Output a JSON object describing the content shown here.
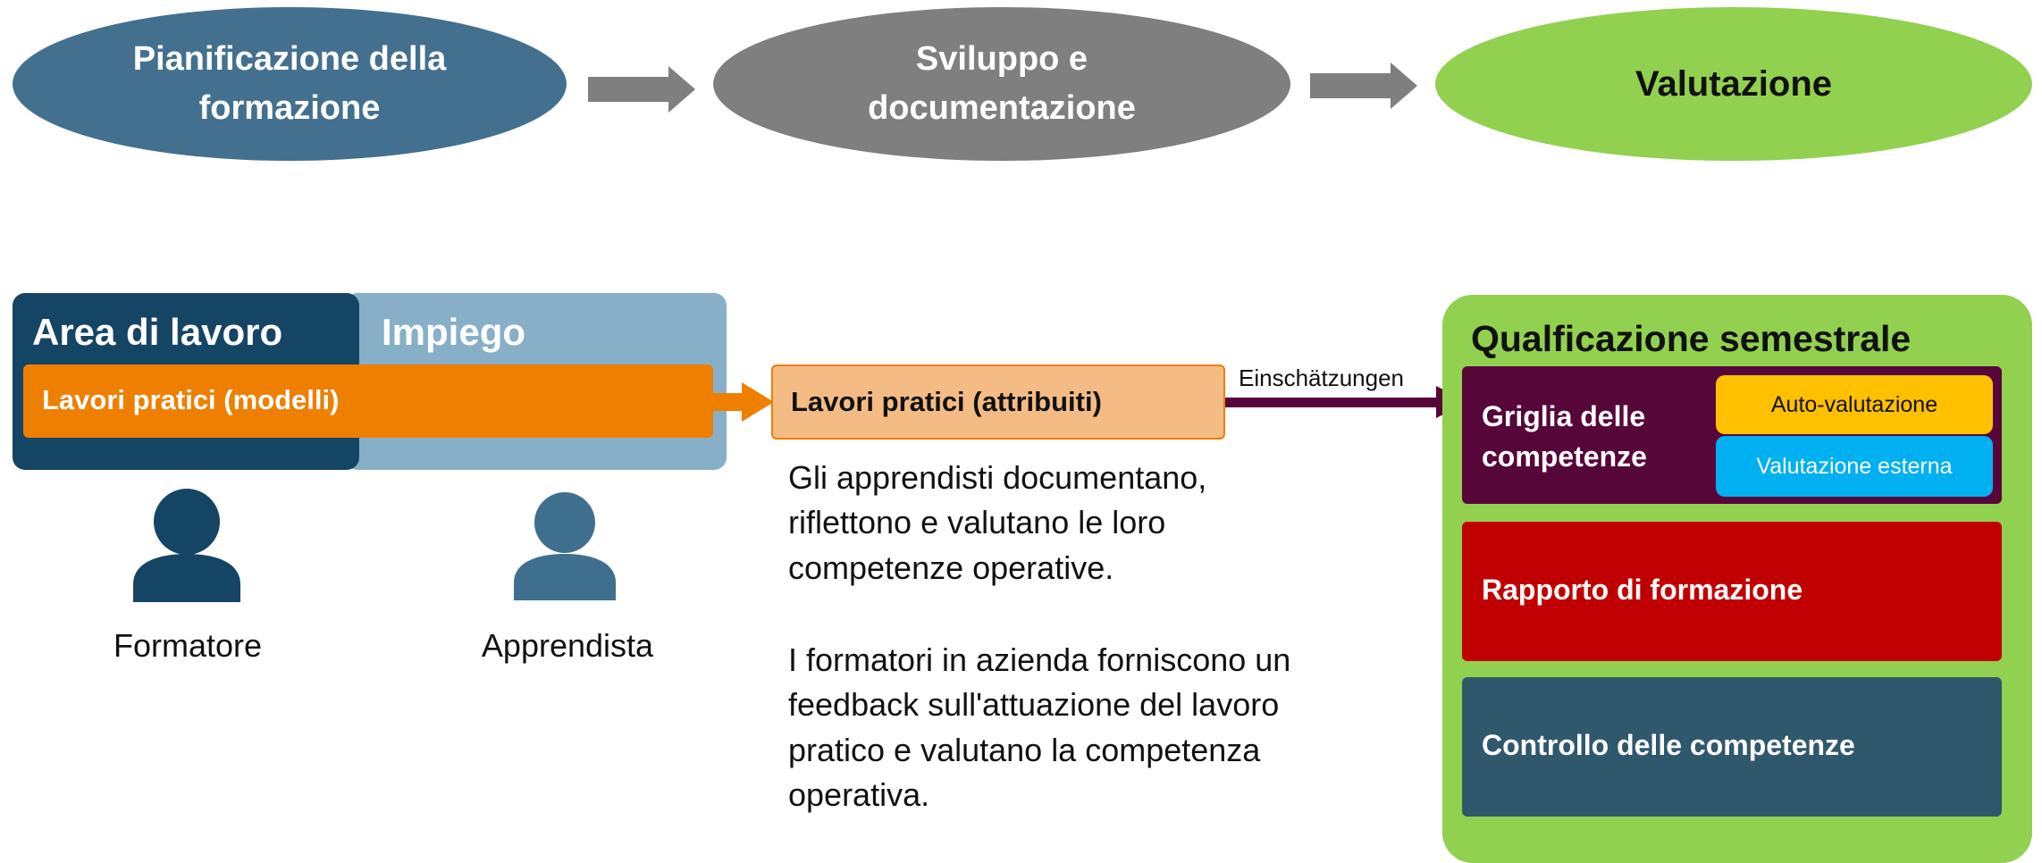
{
  "process": {
    "steps": [
      {
        "label_line1": "Pianificazione della",
        "label_line2": "formazione",
        "color": "#44708F"
      },
      {
        "label_line1": "Sviluppo e",
        "label_line2": "documentazione",
        "color": "#7F7F7F"
      },
      {
        "label": "Valutazione",
        "color": "#92D050"
      }
    ]
  },
  "workplace": {
    "area_label": "Area di lavoro",
    "impiego_label": "Impiego",
    "models_label": "Lavori pratici (modelli)",
    "colors": {
      "area": "#154564",
      "impiego": "#87AFC8",
      "orange": "#EE7F01"
    }
  },
  "people": {
    "trainer": {
      "label": "Formatore",
      "icon": "person-icon",
      "color": "#154564"
    },
    "apprentice": {
      "label": "Apprendista",
      "icon": "person-icon",
      "color": "#3F6F8E"
    }
  },
  "assigned": {
    "label": "Lavori pratici (attribuiti)",
    "color": "#F4BC84",
    "connector_label": "Einschätzungen"
  },
  "description": {
    "para1": [
      "Gli apprendisti documentano,",
      "riflettono e valutano le loro",
      "competenze operative."
    ],
    "para2": [
      "I formatori in azienda forniscono un",
      "feedback sull'attuazione del lavoro",
      "pratico e valutano la competenza",
      "operativa."
    ]
  },
  "semester": {
    "title": "Qualficazione semestrale",
    "grid_line1": "Griglia delle",
    "grid_line2": "competenze",
    "self_assessment": "Auto-valutazione",
    "external_assessment": "Valutazione esterna",
    "training_report": "Rapporto di formazione",
    "competence_check": "Controllo delle competenze",
    "colors": {
      "panel": "#92D050",
      "grid": "#57063A",
      "self": "#FFC000",
      "external": "#00B0F0",
      "report": "#C00000",
      "check": "#30586D"
    }
  }
}
